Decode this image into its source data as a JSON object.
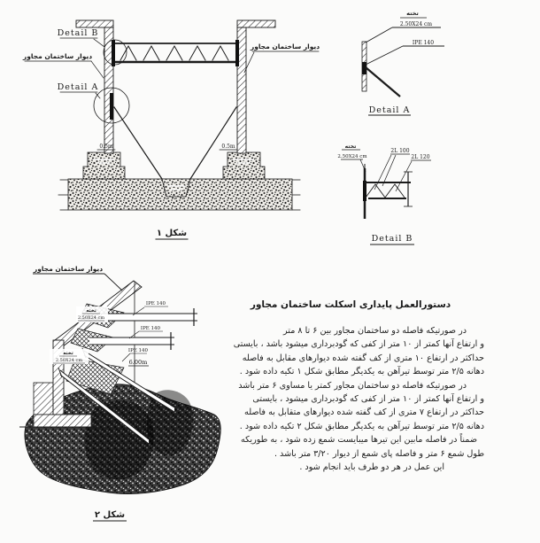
{
  "fig1": {
    "caption": "شکل ۱",
    "detail_a_label": "Detail A",
    "detail_b_label": "Detail B",
    "wall_label_left": "دیوار ساختمان مجاور",
    "wall_label_right": "دیوار ساختمان مجاور",
    "dim_left": "0.5m",
    "dim_right": "0.5m"
  },
  "detailA": {
    "caption": "Detail A",
    "plank": "تخته",
    "plank_size": "2.50X24 cm",
    "beam": "IPE 140"
  },
  "detailB": {
    "caption": "Detail B",
    "plank": "تخته",
    "plank_size": "2.50X24 cm",
    "member1": "2L 100",
    "member2": "2L 120"
  },
  "fig2": {
    "caption": "شکل ۲",
    "wall_label": "دیوار ساختمان مجاور",
    "beam1": "IPE 140",
    "beam2": "IPE 140",
    "shore": "IPE 140",
    "dim": "6.00m",
    "plank1": "تخته",
    "plank1_size": "2.50X24 cm",
    "plank2": "تخته",
    "plank2_size": "2.50X24 cm"
  },
  "instructions": {
    "title": "دستورالعمل پایداری اسکلت ساختمان مجاور",
    "lines": [
      "در صورتیکه فاصله دو ساختمان مجاور بین ۶ تا ۸ متر",
      "و ارتفاع آنها کمتر از ۱۰ متر از کفی که گودبرداری میشود باشد ، بایستی",
      "حداکثر در ارتفاع ۱۰ متری از کف گفته شده دیوارهای مقابل به فاصله",
      "دهانه ۲/۵ متر توسط تیرآهن به یکدیگر مطابق شکل ۱ تکیه داده شود .",
      "در صورتیکه فاصله دو ساختمان مجاور کمتر یا مساوی ۶ متر باشد",
      "و ارتفاع آنها کمتر از ۱۰ متر از کفی که گودبرداری میشود ، بایستی",
      "حداکثر در ارتفاع ۷ متری از کف گفته شده دیوارهای متقابل به فاصله",
      "دهانه ۲/۵ متر توسط تیرآهن به یکدیگر مطابق شکل ۲ تکیه داده شود .",
      "ضمناً در فاصله مابین این تیرها میبایست شمع زده شود ، به طوریکه",
      "طول شمع ۶ متر و فاصله پای شمع از دیوار ۳/۲۰ متر باشد .",
      "این عمل در هر دو طرف باید انجام شود ."
    ]
  }
}
